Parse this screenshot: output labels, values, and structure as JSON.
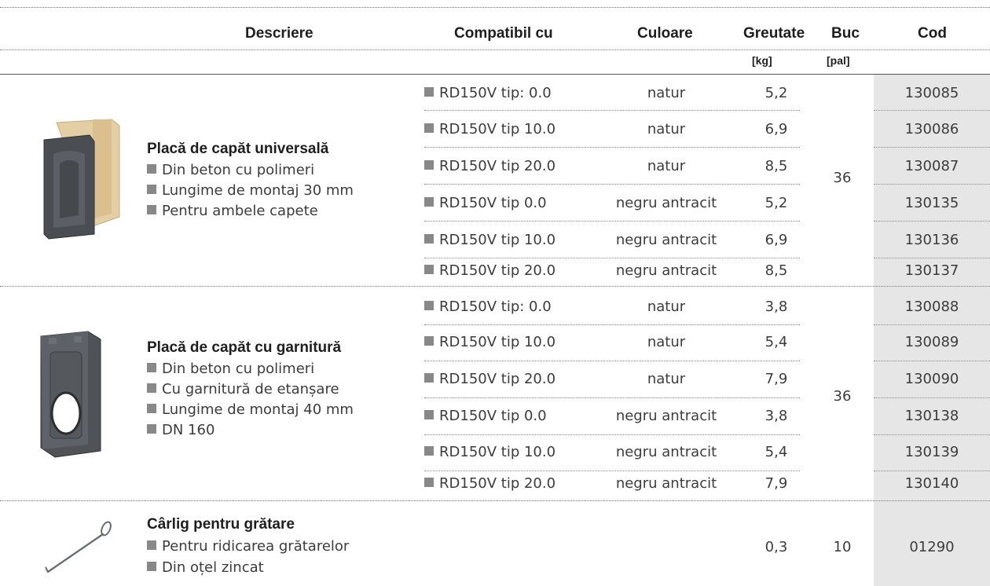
{
  "headers": {
    "description": "Descriere",
    "compatible": "Compatibil cu",
    "color": "Culoare",
    "weight": "Greutate",
    "weight_unit": "[kg]",
    "buc": "Buc",
    "buc_unit": "[pal]",
    "code": "Cod"
  },
  "groups": [
    {
      "title": "Placă de capăt universală",
      "bullets": [
        "Din beton cu polimeri",
        "Lungime de montaj 30 mm",
        "Pentru ambele capete"
      ],
      "buc": "36",
      "rows": [
        {
          "compat": "RD150V tip: 0.0",
          "color": "natur",
          "weight": "5,2",
          "code": "130085"
        },
        {
          "compat": "RD150V tip 10.0",
          "color": "natur",
          "weight": "6,9",
          "code": "130086"
        },
        {
          "compat": "RD150V tip 20.0",
          "color": "natur",
          "weight": "8,5",
          "code": "130087"
        },
        {
          "compat": "RD150V tip 0.0",
          "color": "negru antracit",
          "weight": "5,2",
          "code": "130135"
        },
        {
          "compat": "RD150V tip 10.0",
          "color": "negru antracit",
          "weight": "6,9",
          "code": "130136"
        },
        {
          "compat": "RD150V tip 20.0",
          "color": "negru antracit",
          "weight": "8,5",
          "code": "130137"
        }
      ]
    },
    {
      "title": "Placă de capăt cu garnitură",
      "bullets": [
        "Din beton cu polimeri",
        "Cu garnitură de etanșare",
        "Lungime de montaj 40   mm",
        "DN 160"
      ],
      "buc": "36",
      "rows": [
        {
          "compat": "RD150V tip: 0.0",
          "color": "natur",
          "weight": "3,8",
          "code": "130088"
        },
        {
          "compat": "RD150V tip 10.0",
          "color": "natur",
          "weight": "5,4",
          "code": "130089"
        },
        {
          "compat": "RD150V tip 20.0",
          "color": "natur",
          "weight": "7,9",
          "code": "130090"
        },
        {
          "compat": "RD150V tip 0.0",
          "color": "negru antracit",
          "weight": "3,8",
          "code": "130138"
        },
        {
          "compat": "RD150V tip 10.0",
          "color": "negru antracit",
          "weight": "5,4",
          "code": "130139"
        },
        {
          "compat": "RD150V tip 20.0",
          "color": "negru antracit",
          "weight": "7,9",
          "code": "130140"
        }
      ]
    },
    {
      "title": "Cârlig pentru grătare",
      "bullets": [
        "Pentru ridicarea grătarelor",
        "Din oțel zincat"
      ],
      "weight": "0,3",
      "buc": "10",
      "code": "01290"
    }
  ]
}
